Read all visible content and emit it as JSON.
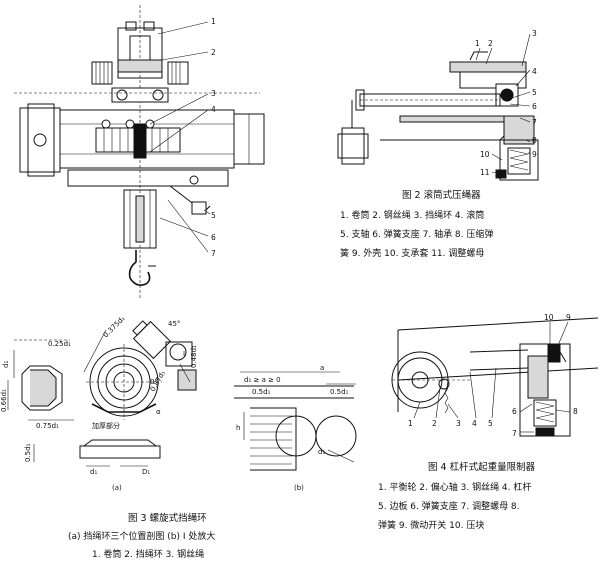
{
  "fig1": {
    "labels": [
      "1",
      "2",
      "3",
      "4",
      "5",
      "6",
      "7"
    ]
  },
  "fig2": {
    "labels": [
      "1",
      "2",
      "3",
      "4",
      "5",
      "6",
      "7",
      "8",
      "9",
      "10",
      "11"
    ],
    "title": "图 2   滚筒式压绳器",
    "parts_line1": "1. 卷筒   2. 钢丝绳   3. 挡绳环   4. 滚筒",
    "parts_line2": "5. 支轴   6. 弹簧支座   7. 轴承   8. 压缩弹",
    "parts_line3": "簧   9. 外壳   10. 支承套   11. 调整螺母"
  },
  "fig3": {
    "dims": {
      "d1_left": "d₁",
      "top_025": "0.25d₁",
      "left_066": "0.66d₁",
      "bottom_075": "0.75d₁",
      "left_05": "0.5d₁",
      "bottom_d1": "d₁",
      "bottom_D1": "D₁",
      "diag_0375": "0.375d₁",
      "angle_45": "45°",
      "right_048": "0.48d₁",
      "diag_087": "0.87d₁",
      "angle_0": "0°",
      "alpha": "α",
      "detail_I": "I",
      "thick_label": "加厚部分",
      "sub_a": "(a)",
      "sub_b": "(b)",
      "b_ineq": "d₁ ≥ a ≥ 0",
      "b_05_left": "0.5d₁",
      "b_05_right": "0.5d₁",
      "b_a": "a",
      "b_h": "h",
      "b_d1": "d₁"
    },
    "title": "图 3   螺旋式挡绳环",
    "sub_caption": "(a) 挡绳环三个位置剖图   (b) Ⅰ 处放大",
    "parts": "1. 卷筒   2. 挡绳环   3. 钢丝绳"
  },
  "fig4": {
    "labels": [
      "1",
      "2",
      "3",
      "4",
      "5",
      "6",
      "7",
      "8",
      "9",
      "10"
    ],
    "title": "图 4   杠杆式起重量限制器",
    "parts_line1": "1. 平衡轮   2. 偏心轴   3. 钢丝绳   4. 杠杆",
    "parts_line2": "5. 边板   6. 弹簧支座   7. 调整螺母   8.",
    "parts_line3": "弹簧   9. 微动开关   10. 压块"
  }
}
